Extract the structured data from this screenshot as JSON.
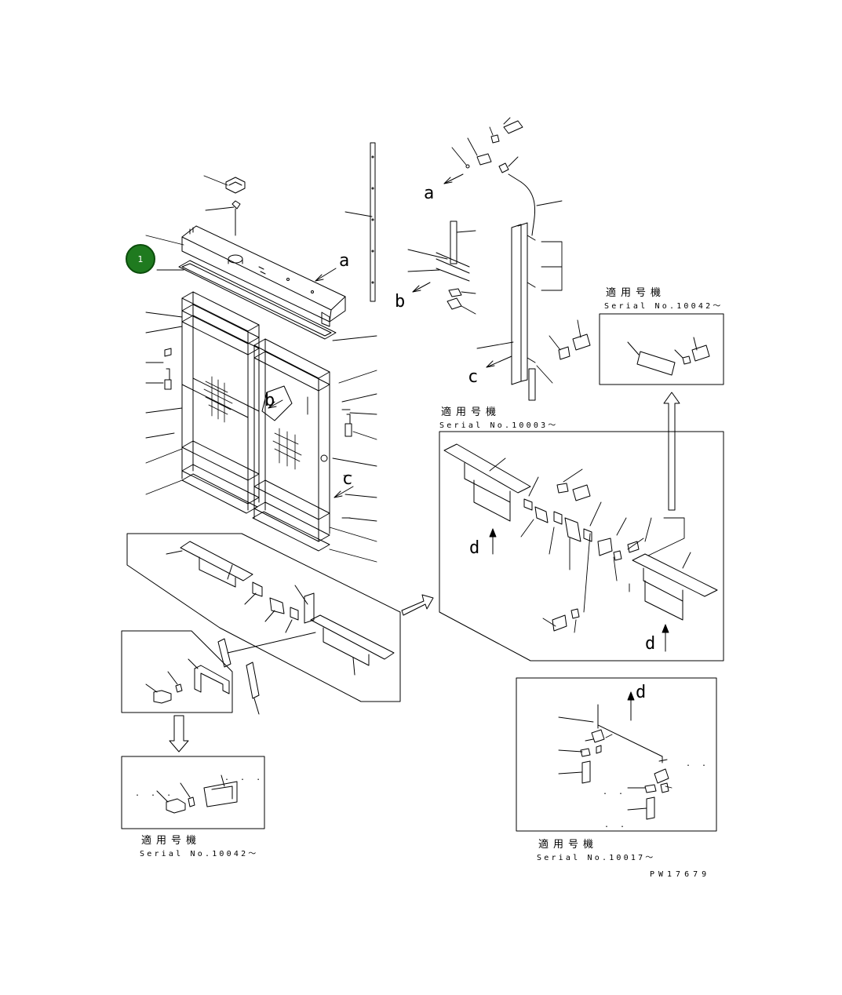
{
  "callout": {
    "label": "1",
    "color": "#1f7a1f"
  },
  "refs": {
    "a_main": "a",
    "b_main": "b",
    "c_main": "c",
    "a_detail": "a",
    "b_detail": "b",
    "c_detail": "c",
    "d_left": "d",
    "d_right": "d",
    "d_bottom": "d"
  },
  "serials": [
    {
      "label": "適用号機",
      "serial": "Serial No.10042〜"
    },
    {
      "label": "適用号機",
      "serial": "Serial No.10003〜"
    },
    {
      "label": "適用号機",
      "serial": "Serial No.10042〜"
    },
    {
      "label": "適用号機",
      "serial": "Serial No.10017〜"
    }
  ],
  "drawing_code": "PW17679",
  "minor_marks": {
    "dots_a": ". . .",
    "dots_b": ". . .",
    "dots_c": ". .",
    "dots_d": ". .",
    "dots_e": ". ."
  }
}
